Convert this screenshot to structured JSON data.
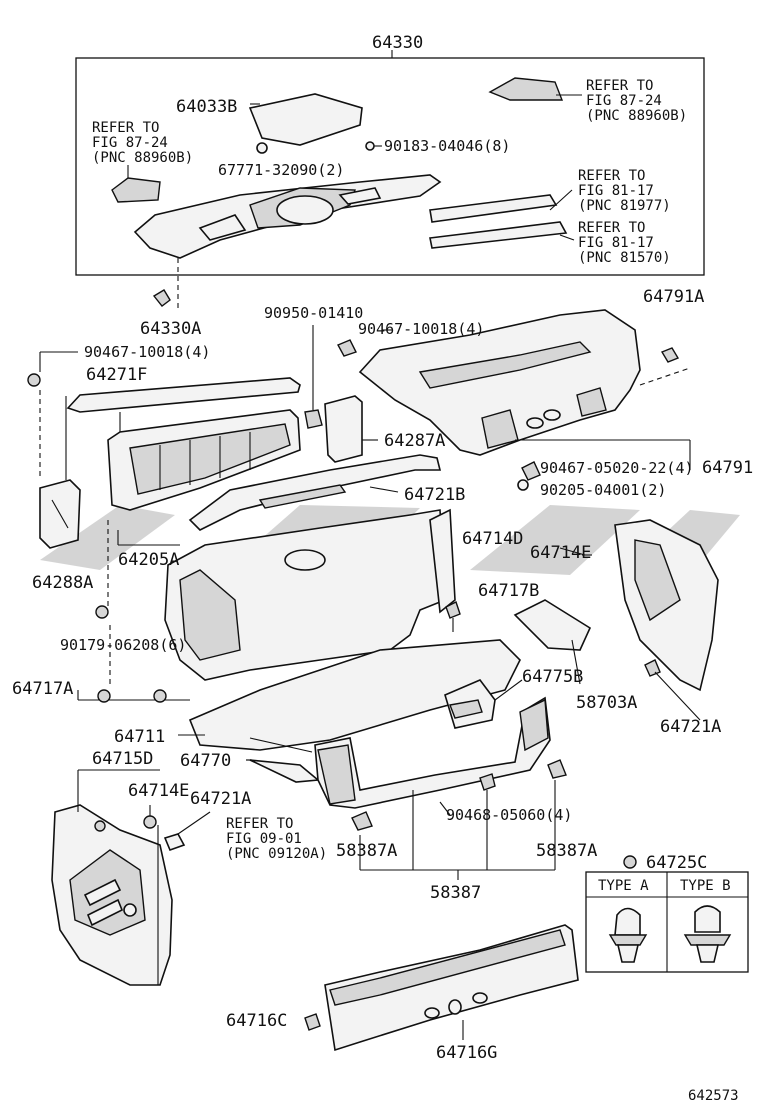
{
  "diagram": {
    "labels": {
      "l64330": "64330",
      "l64033B": "64033B",
      "l90183": "90183-04046(8)",
      "l67771": "67771-32090(2)",
      "refer1_a": "REFER TO",
      "refer1_b": "FIG 87-24",
      "refer1_c": "(PNC 88960B)",
      "refer2_a": "REFER TO",
      "refer2_b": "FIG 87-24",
      "refer2_c": "(PNC 88960B)",
      "refer3_a": "REFER TO",
      "refer3_b": "FIG 81-17",
      "refer3_c": "(PNC 81977)",
      "refer4_a": "REFER TO",
      "refer4_b": "FIG 81-17",
      "refer4_c": "(PNC 81570)",
      "l64330A": "64330A",
      "l90950": "90950-01410",
      "l90467a": "90467-10018(4)",
      "l90467b": "90467-10018(4)",
      "l64791A": "64791A",
      "l64271F": "64271F",
      "l64287A": "64287A",
      "l90467c": "90467-05020-22(4)",
      "l90205": "90205-04001(2)",
      "l64791": "64791",
      "l64721B": "64721B",
      "l64714D": "64714D",
      "l64714E_r": "64714E",
      "l64288A": "64288A",
      "l64205A": "64205A",
      "l64717B": "64717B",
      "l90179": "90179-06208(6)",
      "l64717A": "64717A",
      "l64775B": "64775B",
      "l58703A": "58703A",
      "l64721A_r": "64721A",
      "l64711": "64711",
      "l64770": "64770",
      "l64715D": "64715D",
      "l64714E_l": "64714E",
      "l64721A_l": "64721A",
      "refer5_a": "REFER TO",
      "refer5_b": "FIG 09-01",
      "refer5_c": "(PNC 09120A)",
      "l90468": "90468-05060(4)",
      "l58387A_l": "58387A",
      "l58387A_r": "58387A",
      "l58387": "58387",
      "l64725C": "64725C",
      "typeA": "TYPE A",
      "typeB": "TYPE B",
      "l64716C": "64716C",
      "l64716G": "64716G",
      "figno": "642573"
    }
  }
}
